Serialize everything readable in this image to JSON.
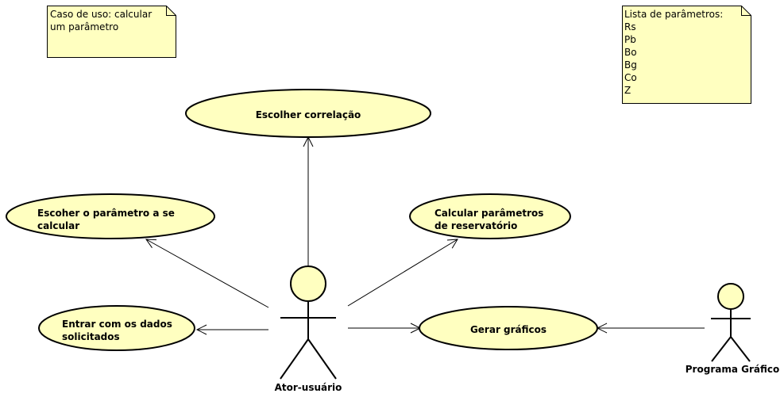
{
  "colors": {
    "fill": "#ffffc0",
    "stroke": "#000000"
  },
  "notes": {
    "use_case_note": {
      "lines": [
        "Caso de uso: calcular",
        "um parâmetro"
      ]
    },
    "param_list": {
      "lines": [
        "Lista de parâmetros:",
        "Rs",
        "Pb",
        "Bo",
        "Bg",
        "Co",
        "Z"
      ]
    }
  },
  "use_cases": {
    "escolher_correlacao": {
      "lines": [
        "Escolher correlação"
      ]
    },
    "escolher_parametro": {
      "lines": [
        "Escoher o parâmetro a se",
        "calcular"
      ]
    },
    "calcular_parametros": {
      "lines": [
        "Calcular parâmetros",
        "de reservatório"
      ]
    },
    "entrar_dados": {
      "lines": [
        "Entrar com os dados",
        "solicitados"
      ]
    },
    "gerar_graficos": {
      "lines": [
        "Gerar gráficos"
      ]
    }
  },
  "actors": {
    "usuario": {
      "label": "Ator-usuário"
    },
    "programa": {
      "label": "Programa Gráfico"
    }
  }
}
